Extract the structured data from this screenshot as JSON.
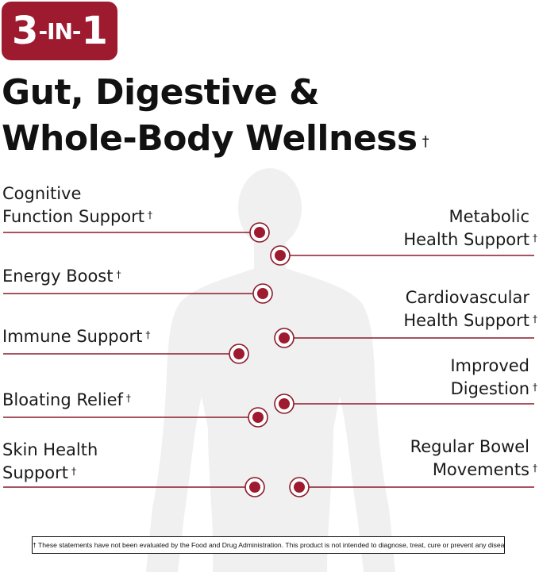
{
  "badge": {
    "number": "3",
    "middle": "-IN-",
    "number2": "1"
  },
  "headline": {
    "line1": "Gut, Digestive &",
    "line2": "Whole-Body Wellness",
    "dagger": "†"
  },
  "colors": {
    "accent": "#9e1b2f",
    "line": "#8b1a2a",
    "silhouette": "#f0f0f0"
  },
  "benefits_left": [
    {
      "line1": "Cognitive",
      "line2": "Function Support",
      "dagger": "†"
    },
    {
      "line1": "Energy Boost",
      "dagger": "†"
    },
    {
      "line1": "Immune Support",
      "dagger": "†"
    },
    {
      "line1": "Bloating Relief",
      "dagger": "†"
    },
    {
      "line1": "Skin Health",
      "line2": "Support",
      "dagger": "†"
    }
  ],
  "benefits_right": [
    {
      "line1": "Metabolic",
      "line2": "Health Support",
      "dagger": "†"
    },
    {
      "line1": "Cardiovascular",
      "line2": "Health Support",
      "dagger": "†"
    },
    {
      "line1": "Improved",
      "line2": "Digestion",
      "dagger": "†"
    },
    {
      "line1": "Regular Bowel",
      "line2": "Movements",
      "dagger": "†"
    }
  ],
  "disclaimer": "† These statements have not been evaluated by the Food and Drug Administration. This product is not intended to diagnose, treat, cure or prevent any disease."
}
